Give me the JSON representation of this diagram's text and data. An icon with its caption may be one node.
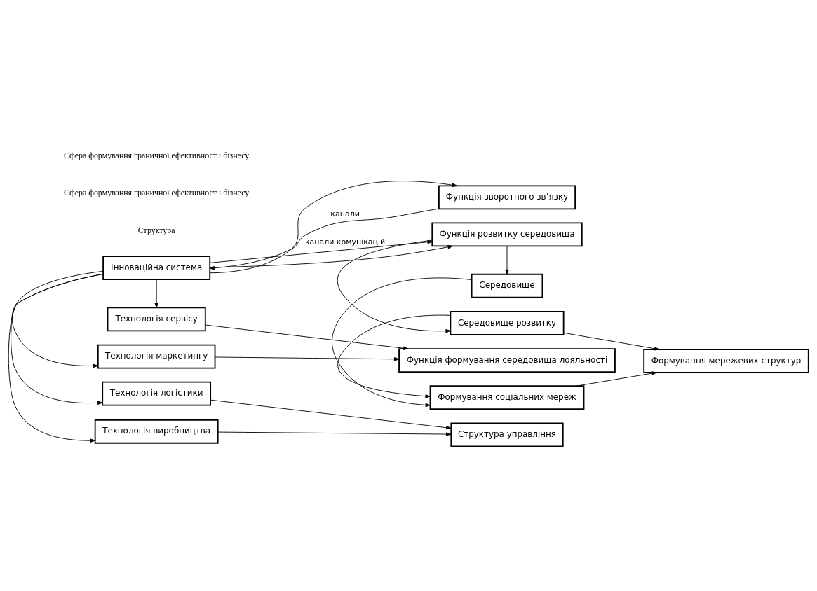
{
  "diagram": {
    "nodes": [
      {
        "text": [
          "Технологія виробництва"
        ]
      },
      {
        "text": [
          "Технологія логістики"
        ]
      },
      {
        "text": [
          "Технологія маркетингу"
        ]
      },
      {
        "text": [
          "Технологія сервісу"
        ]
      },
      {
        "text": [
          "Структура управління"
        ]
      },
      {
        "text": [
          "Функція формування середовища лояльності"
        ]
      },
      {
        "text": [
          "Інноваційна система"
        ]
      },
      {
        "text": [
          "Функція зворотного зв’язку"
        ]
      },
      {
        "text": [
          "Функція розвитку середовища"
        ]
      },
      {
        "text": [
          "Середовище"
        ]
      },
      {
        "text": [
          "Середовище розвитку"
        ]
      },
      {
        "text": [
          "Формування соціальних мереж"
        ]
      },
      {
        "text": [
          "Формування мережевих структур"
        ]
      }
    ],
    "edges": [
      {
        "from": 6,
        "to": 0,
        "arrow": "to"
      },
      {
        "from": 6,
        "to": 1,
        "arrow": "to"
      },
      {
        "from": 6,
        "to": 2,
        "arrow": "to"
      },
      {
        "from": 6,
        "to": 3,
        "arrow": "to"
      },
      {
        "from": 0,
        "to": 4,
        "arrow": "to"
      },
      {
        "from": 1,
        "to": 4,
        "arrow": "to"
      },
      {
        "from": 2,
        "to": 5,
        "arrow": "to"
      },
      {
        "from": 3,
        "to": 5,
        "arrow": "to"
      },
      {
        "from": 7,
        "to": 6,
        "arrow": "to",
        "label": "канали"
      },
      {
        "from": 6,
        "to": 7,
        "arrow": "to"
      },
      {
        "from": 6,
        "to": 8,
        "arrow": "to",
        "label": "канали комунікацій"
      },
      {
        "from": 6,
        "to": 8,
        "arrow": "to"
      },
      {
        "from": 8,
        "to": 9,
        "arrow": "to"
      },
      {
        "from": 8,
        "to": 10,
        "arrow": "to"
      },
      {
        "from": 9,
        "to": 11,
        "arrow": "to"
      },
      {
        "from": 10,
        "to": 11,
        "arrow": "to"
      },
      {
        "from": 10,
        "to": 12,
        "arrow": "to"
      },
      {
        "from": 11,
        "to": 12,
        "arrow": "to"
      }
    ],
    "labels": [
      "Структура",
      "Сфера формування граничної ефективност і бізнесу",
      "Сфера формування граничної ефективност і бізнесу"
    ]
  }
}
